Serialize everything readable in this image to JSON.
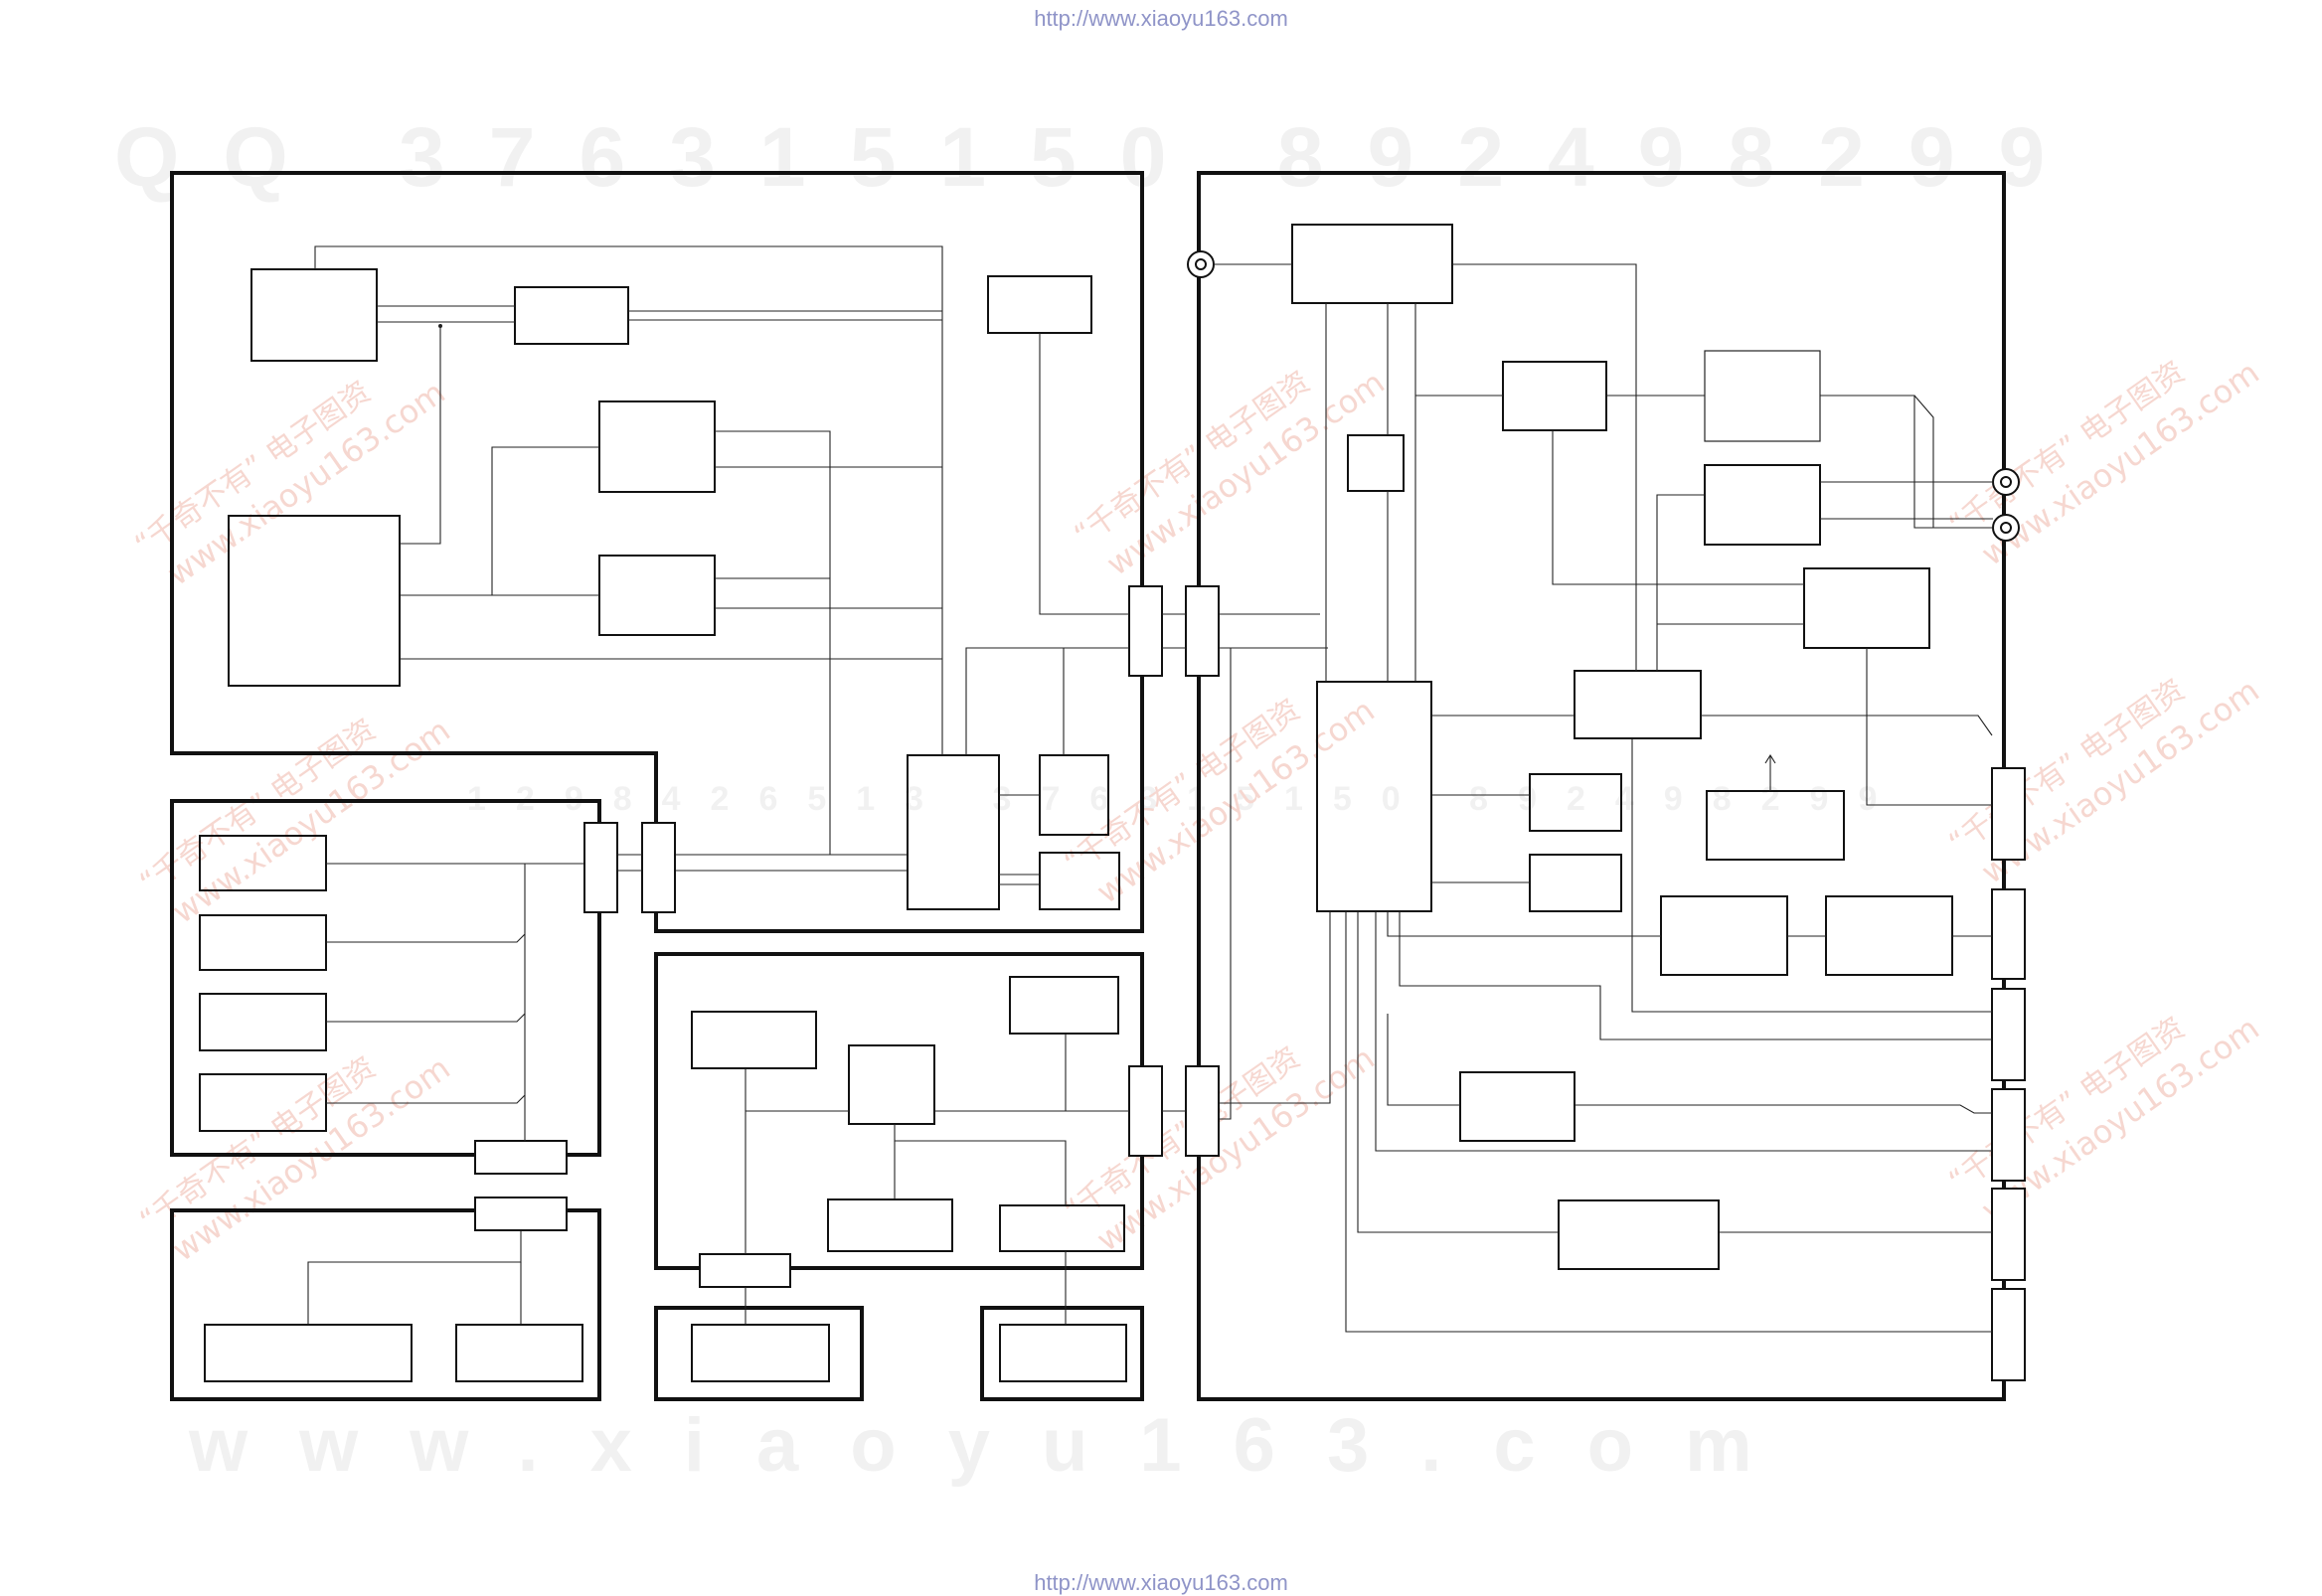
{
  "page": {
    "top_url": "http://www.xiaoyu163.com",
    "bottom_url": "http://www.xiaoyu163.com"
  },
  "watermarks": {
    "qq_row": "QQ 376315150   892498299",
    "mid_row": "1298426513   376315150   892498299",
    "site_row": "www.xiaoyu163.com",
    "diagonal_site": "www.xiaoyu163.com",
    "diagonal_cn": "“千奇不有” 电子图资"
  },
  "colors": {
    "url_text": "#8f94c8",
    "line": "#111111",
    "watermark_gray": "#f1f1f1",
    "watermark_pink": "#f6d7d0"
  }
}
